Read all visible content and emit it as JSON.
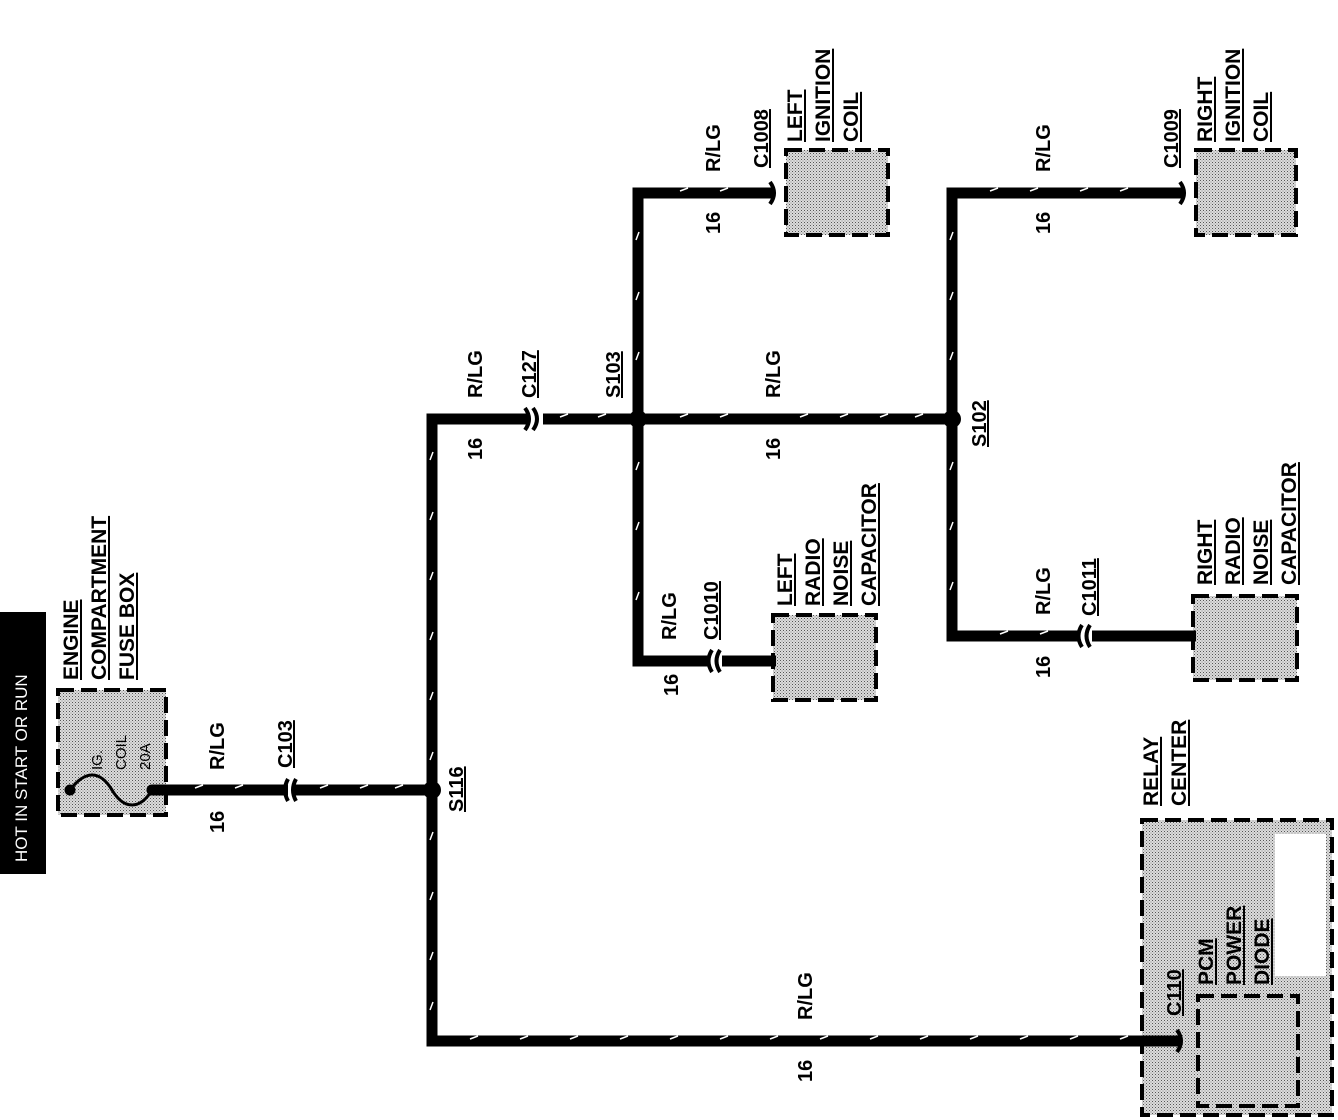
{
  "banner": {
    "text": "HOT IN START OR RUN"
  },
  "wire": {
    "color_code": "R/LG",
    "gauge": "16"
  },
  "components": {
    "fuse_box": {
      "lines": [
        "ENGINE",
        "COMPARTMENT",
        "FUSE BOX"
      ],
      "fuse_lines": [
        "IG.",
        "COIL",
        "20A"
      ]
    },
    "left_ignition_coil": {
      "lines": [
        "LEFT",
        "IGNITION",
        "COIL"
      ]
    },
    "right_ignition_coil": {
      "lines": [
        "RIGHT",
        "IGNITION",
        "COIL"
      ]
    },
    "left_radio_noise_capacitor": {
      "lines": [
        "LEFT",
        "RADIO",
        "NOISE",
        "CAPACITOR"
      ]
    },
    "right_radio_noise_capacitor": {
      "lines": [
        "RIGHT",
        "RADIO",
        "NOISE",
        "CAPACITOR"
      ]
    },
    "relay_center": {
      "lines": [
        "RELAY",
        "CENTER"
      ],
      "inner_lines": [
        "PCM",
        "POWER",
        "DIODE"
      ]
    }
  },
  "connectors": {
    "c103": "C103",
    "c127": "C127",
    "c1008": "C1008",
    "c1009": "C1009",
    "c1010": "C1010",
    "c1011": "C1011",
    "c110": "C110"
  },
  "splices": {
    "s116": "S116",
    "s103": "S103",
    "s102": "S102"
  },
  "colors": {
    "ink": "#000000",
    "component_fill": "#bdbdbd",
    "banner_bg": "#000000",
    "banner_text": "#ffffff"
  }
}
